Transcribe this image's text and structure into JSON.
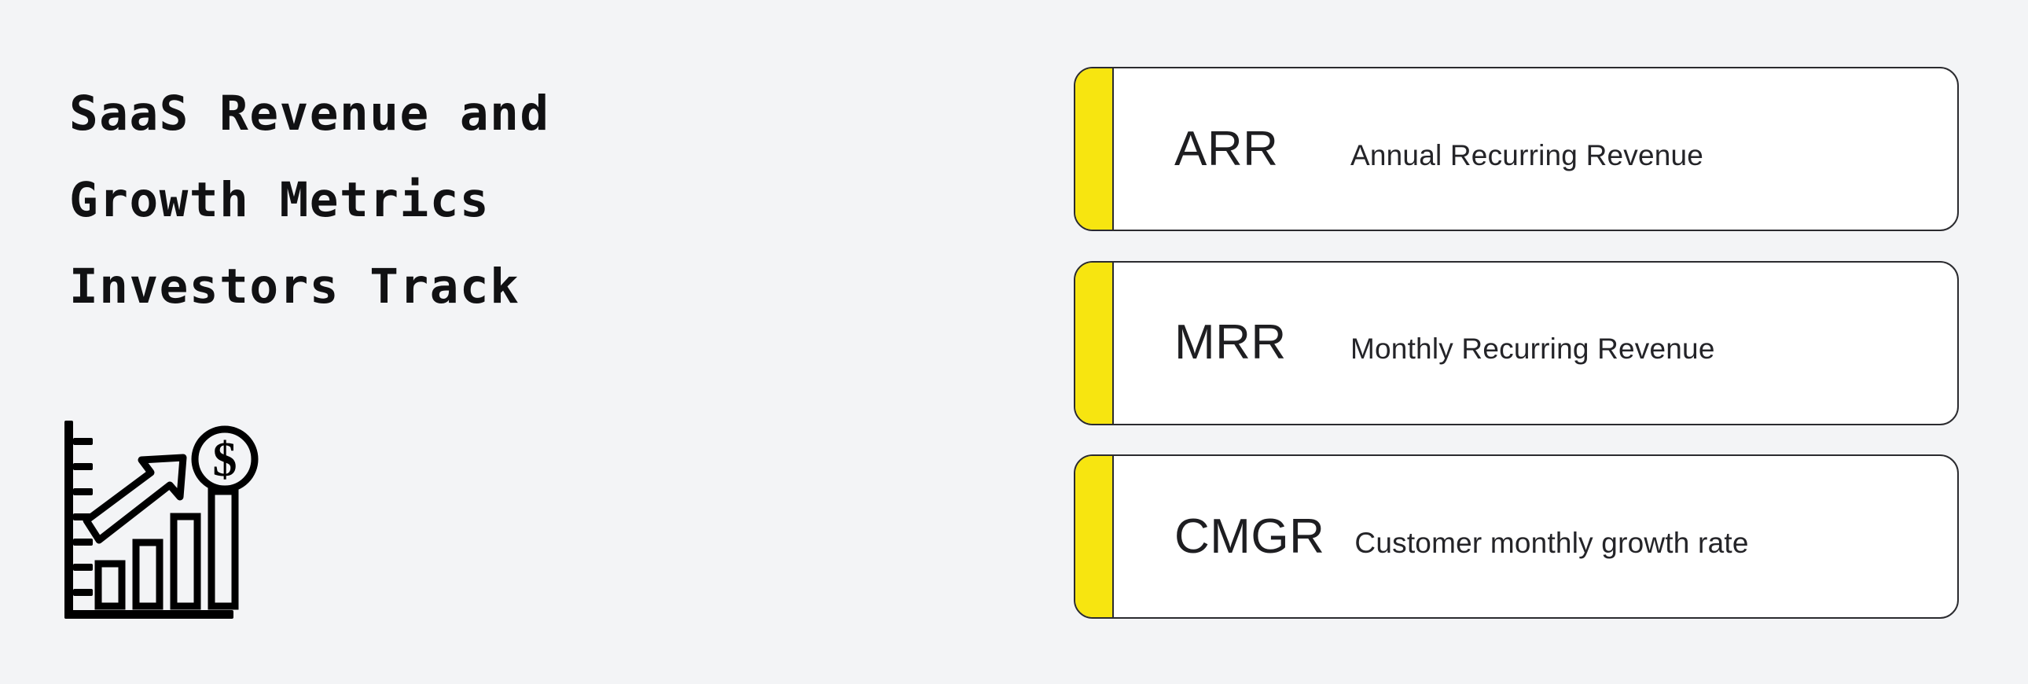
{
  "page": {
    "background_color": "#F3F4F6",
    "accent_color": "#F7E510",
    "border_color": "#2B2B2F",
    "text_color": "#111113"
  },
  "headline": {
    "text": "SaaS Revenue and\nGrowth Metrics\nInvestors Track",
    "line_1": "SaaS Revenue and",
    "line_2": "Growth Metrics",
    "line_3": "Investors Track"
  },
  "illustration": {
    "name": "growth-bar-chart-with-dollar-coin",
    "elements": [
      "y-axis-with-ticks",
      "x-axis",
      "four-ascending-bars",
      "upward-arrow",
      "dollar-coin"
    ],
    "tick_count": 7,
    "bar_count": 4,
    "coin_symbol": "$"
  },
  "cards": [
    {
      "acronym": "ARR",
      "description": "Annual Recurring Revenue",
      "accent": "#F7E510"
    },
    {
      "acronym": "MRR",
      "description": "Monthly Recurring Revenue",
      "accent": "#F7E510"
    },
    {
      "acronym": "CMGR",
      "description": "Customer monthly growth rate",
      "accent": "#F7E510"
    }
  ]
}
